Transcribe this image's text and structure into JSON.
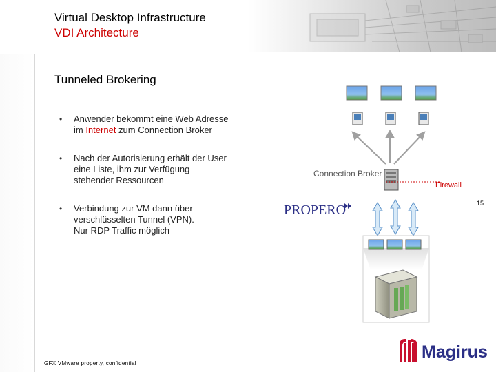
{
  "header": {
    "title": "Virtual Desktop Infrastructure",
    "subtitle": "VDI Architecture"
  },
  "section_title": "Tunneled Brokering",
  "bullets": [
    {
      "marker": "•",
      "lines": [
        "Anwender bekommt eine Web Adresse",
        "im ",
        "Internet",
        " zum Connection Broker"
      ]
    },
    {
      "marker": "•",
      "lines": [
        "Nach der Autorisierung erhält der User",
        "eine Liste, ihm zur Verfügung",
        "stehender Ressourcen"
      ]
    },
    {
      "marker": "•",
      "lines": [
        "Verbindung zur VM dann über",
        "verschlüsselten Tunnel (VPN).",
        "Nur RDP Traffic möglich"
      ]
    }
  ],
  "diagram": {
    "broker_label": "Connection Broker",
    "firewall_label": "Firewall",
    "partner_logo": "PROPERO",
    "icons": [
      "desktop-icon",
      "desktop-icon",
      "desktop-icon",
      "server-icon",
      "firewall-icon",
      "vm-screen-icon",
      "datacenter-server-icon"
    ]
  },
  "page_number": "15",
  "footer": "GFX VMware property, confidential",
  "logo": "Magirus",
  "colors": {
    "accent_red": "#cc0000",
    "arrow_fill": "#d8eaf8",
    "arrow_stroke": "#5a90c8",
    "logo_red": "#c8102e",
    "logo_blue": "#2b2f86"
  }
}
